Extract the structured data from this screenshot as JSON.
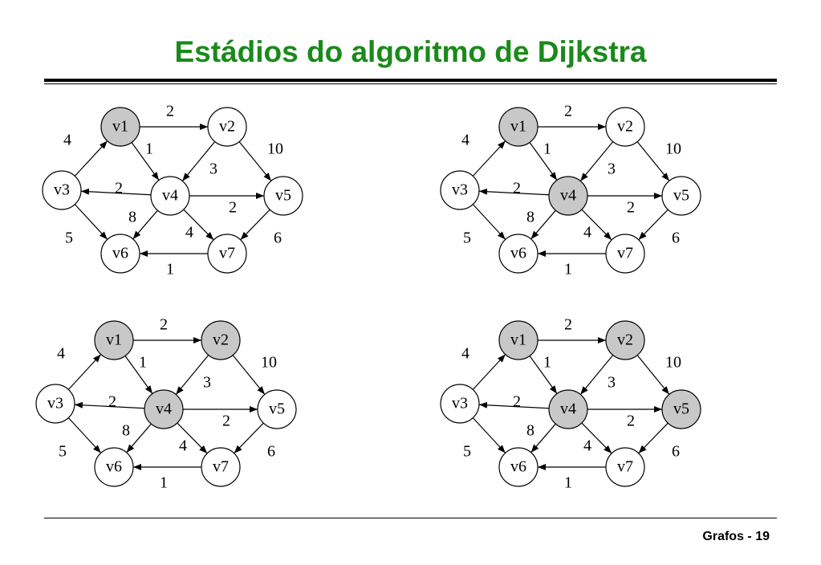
{
  "title": "Estádios do algoritmo de Dijkstra",
  "footer": "Grafos - 19",
  "colors": {
    "title": "#1a8a1a",
    "visited_fill": "#c8c8c8",
    "unvisited_fill": "#ffffff"
  },
  "graph": {
    "nodes": [
      "v1",
      "v2",
      "v3",
      "v4",
      "v5",
      "v6",
      "v7"
    ],
    "edges": [
      {
        "from": "v1",
        "to": "v2",
        "weight": "2"
      },
      {
        "from": "v1",
        "to": "v4",
        "weight": "1"
      },
      {
        "from": "v3",
        "to": "v1",
        "weight": "4"
      },
      {
        "from": "v2",
        "to": "v4",
        "weight": "3"
      },
      {
        "from": "v2",
        "to": "v5",
        "weight": "10"
      },
      {
        "from": "v4",
        "to": "v3",
        "weight": "2"
      },
      {
        "from": "v4",
        "to": "v5",
        "weight": "2"
      },
      {
        "from": "v4",
        "to": "v6",
        "weight": "8"
      },
      {
        "from": "v4",
        "to": "v7",
        "weight": "4"
      },
      {
        "from": "v3",
        "to": "v6",
        "weight": "5"
      },
      {
        "from": "v5",
        "to": "v7",
        "weight": "6"
      },
      {
        "from": "v7",
        "to": "v6",
        "weight": "1"
      }
    ]
  },
  "stages": [
    {
      "visited": [
        "v1"
      ]
    },
    {
      "visited": [
        "v1",
        "v4"
      ]
    },
    {
      "visited": [
        "v1",
        "v2",
        "v4"
      ]
    },
    {
      "visited": [
        "v1",
        "v2",
        "v4",
        "v5"
      ]
    }
  ]
}
